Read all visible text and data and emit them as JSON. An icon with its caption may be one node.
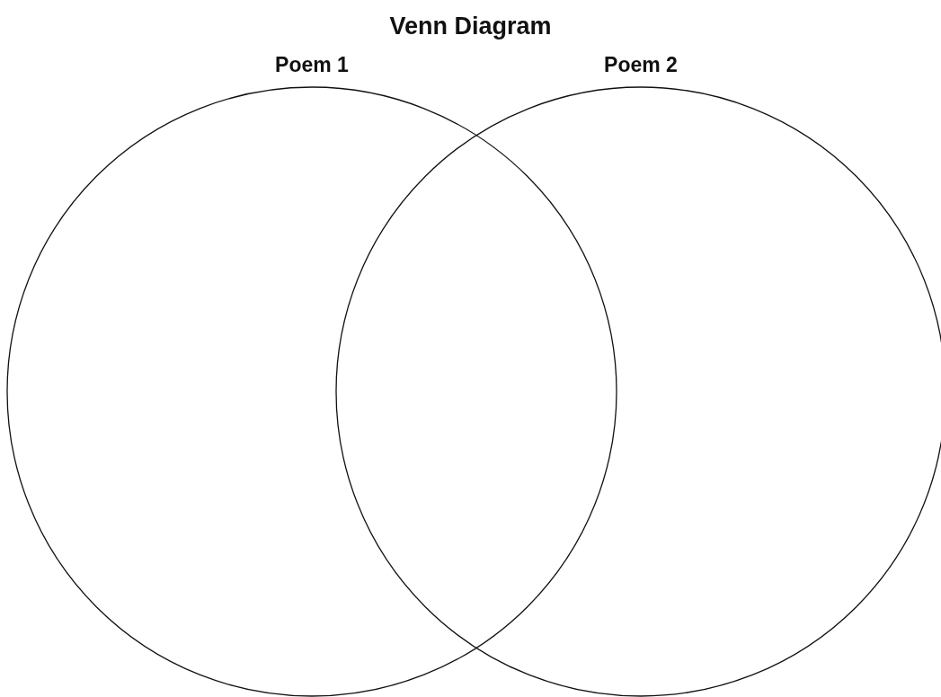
{
  "diagram": {
    "title": "Venn Diagram",
    "nodes": [
      {
        "text": [
          "Poem 1"
        ]
      },
      {
        "text": [
          "Poem 2"
        ]
      }
    ]
  }
}
